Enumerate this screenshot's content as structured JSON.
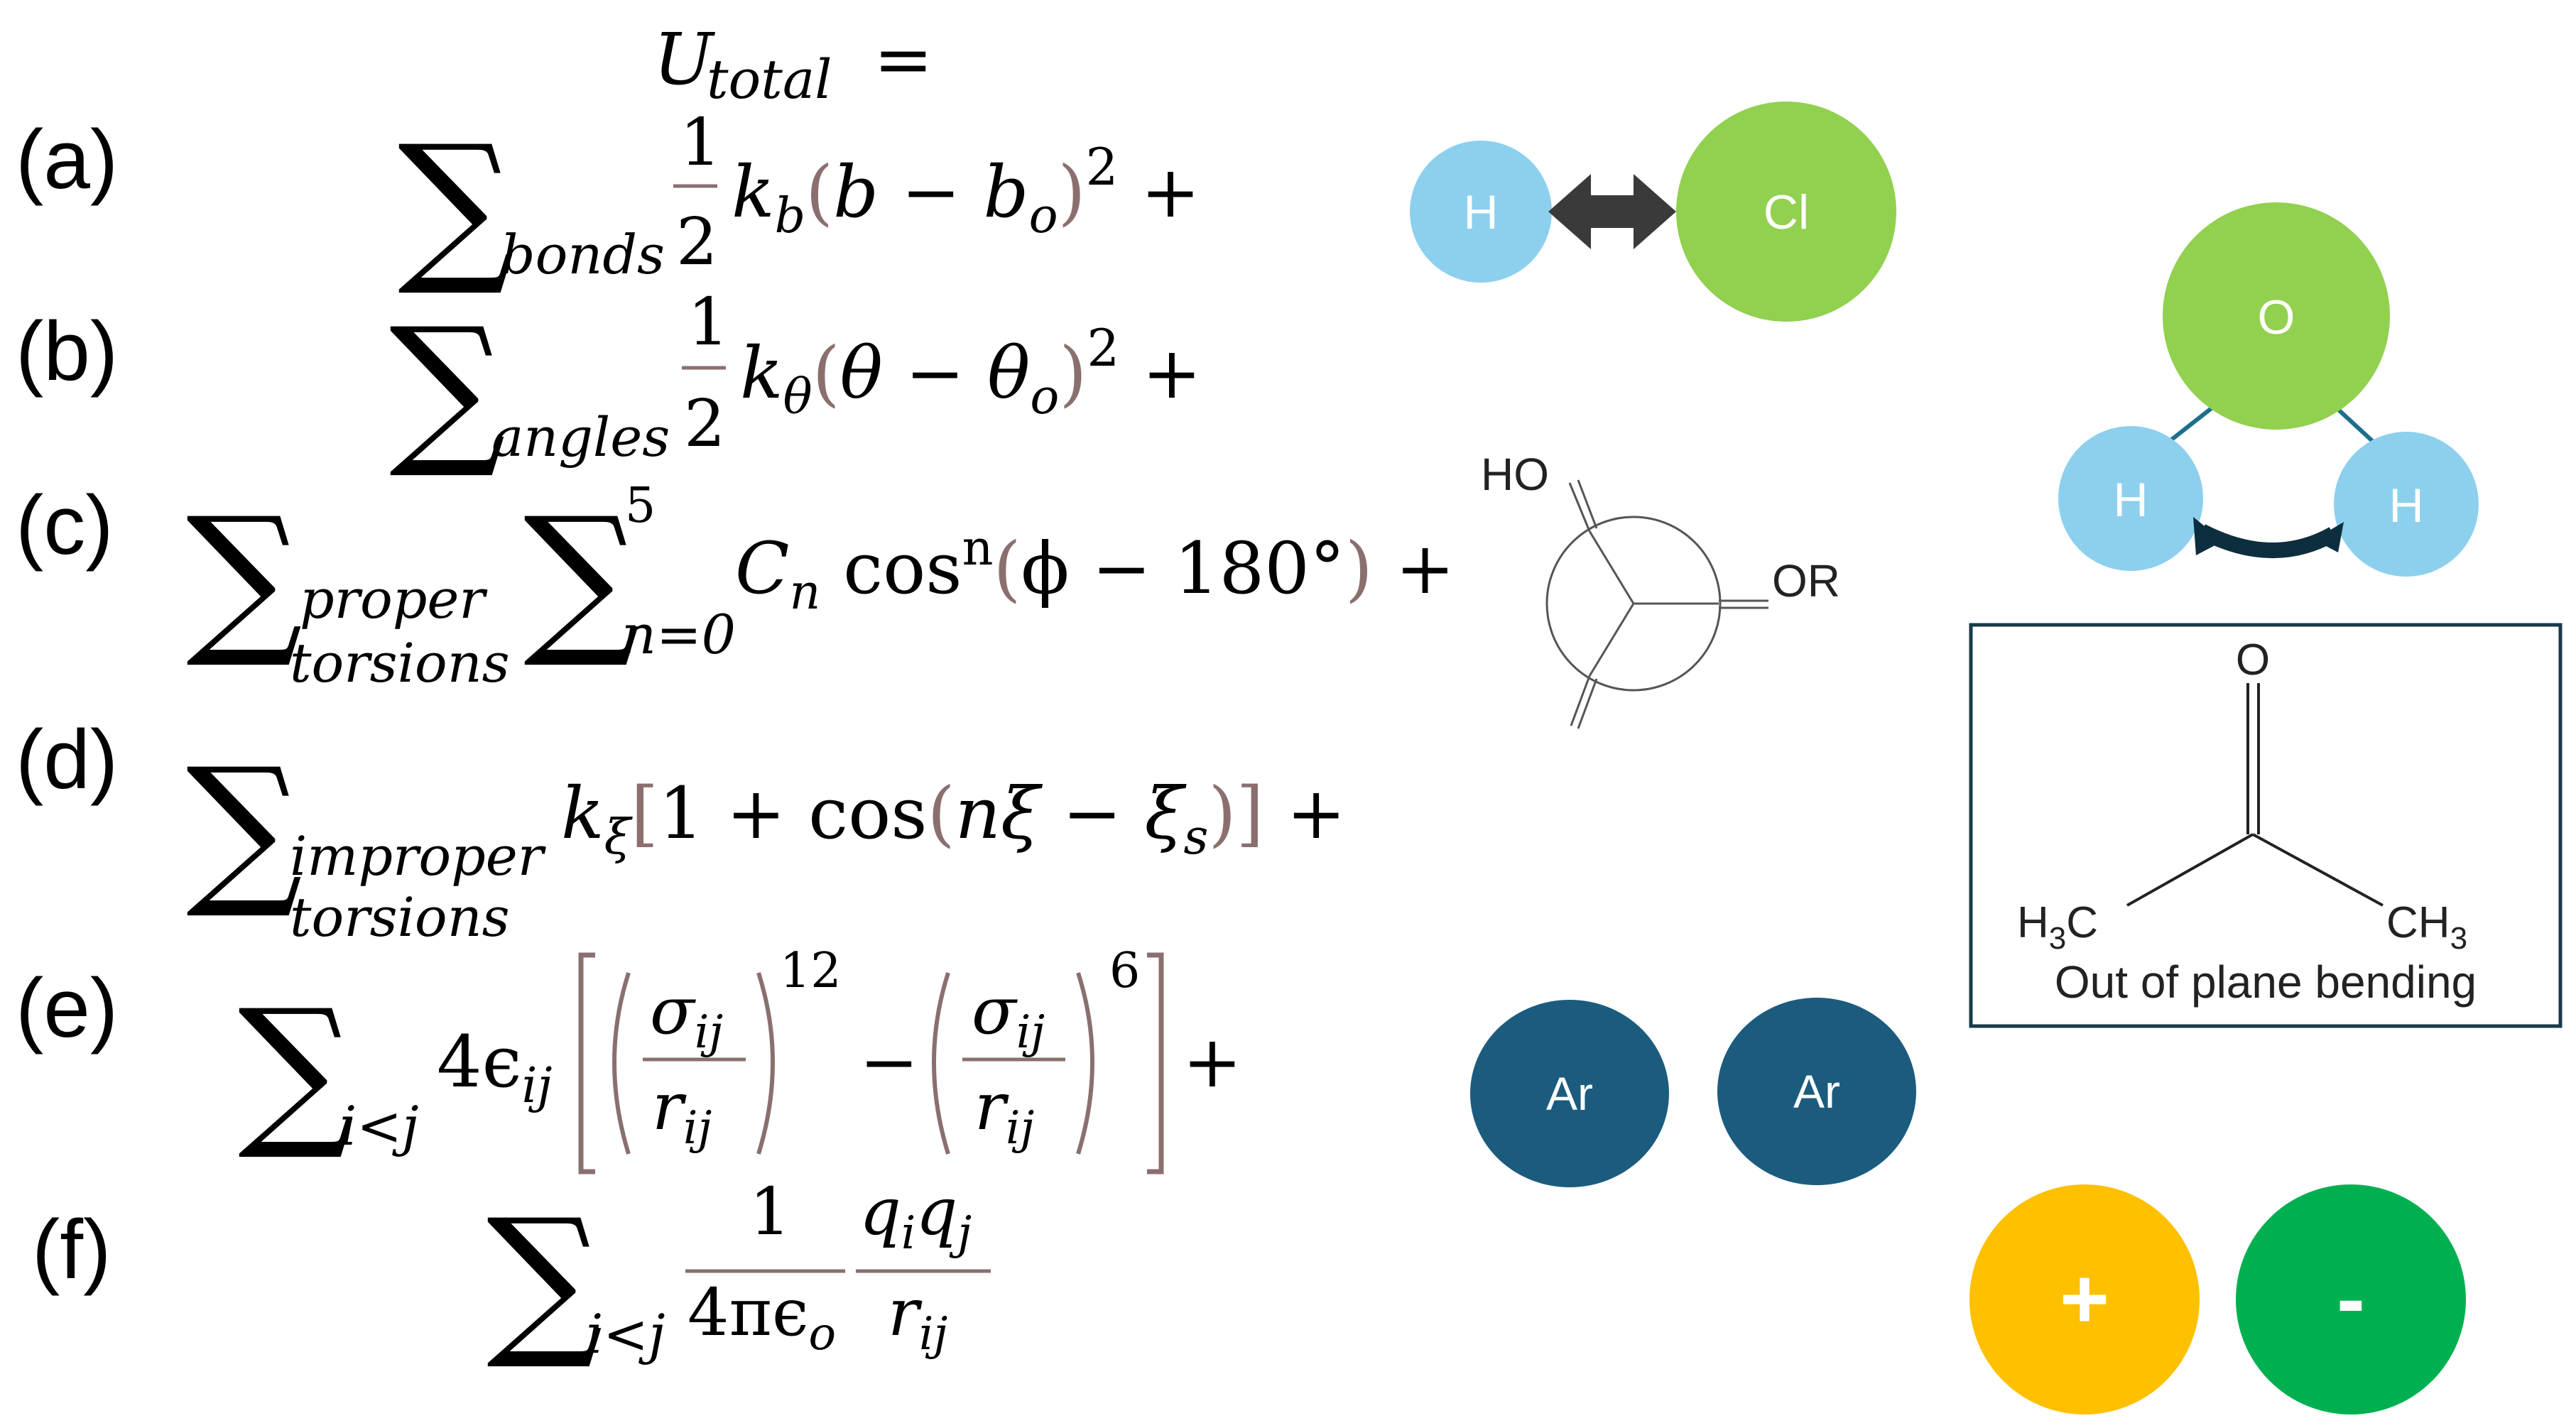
{
  "equation": {
    "lhs": "U",
    "lhs_sub": "total",
    "equals": "=",
    "rows": [
      {
        "label": "(a)",
        "sum_sub": "bonds",
        "frac_num": "1",
        "frac_den": "2",
        "k": "k",
        "k_sub": "b",
        "paren_open": "(",
        "var": "b",
        "minus": " − ",
        "var0": "b",
        "var0_sub": "o",
        "paren_close": ")",
        "power": "2",
        "plus": " +"
      },
      {
        "label": "(b)",
        "sum_sub": "angles",
        "frac_num": "1",
        "frac_den": "2",
        "k": "k",
        "k_sub": "θ",
        "paren_open": "(",
        "var": "θ",
        "minus": " − ",
        "var0": "θ",
        "var0_sub": "o",
        "paren_close": ")",
        "power": "2",
        "plus": " +"
      },
      {
        "label": "(c)",
        "sum_sub_1": "proper",
        "sum_sub_2": "torsions",
        "sum2_top": "5",
        "sum2_sub": "n=0",
        "c": "C",
        "c_sub": "n",
        "cos": " cos",
        "cos_sup": "n",
        "paren_open": "(",
        "phi": "ϕ − 180°",
        "paren_close": ")",
        "plus": " +"
      },
      {
        "label": "(d)",
        "sum_sub_1": "improper",
        "sum_sub_2": "torsions",
        "k": "k",
        "k_sub": "ξ",
        "bracket_open": "[",
        "body": "1 + cos",
        "paren_open": "(",
        "arg": "nξ − ξ",
        "arg_sub": "s",
        "paren_close": ")",
        "bracket_close": "]",
        "plus": " +"
      },
      {
        "label": "(e)",
        "sum_sub": "i<j",
        "coef": "4ϵ",
        "coef_sub": "ij",
        "sigma": "σ",
        "sigma_sub": "ij",
        "r": "r",
        "r_sub": "ij",
        "pow1": "12",
        "minus": "−",
        "pow2": "6",
        "plus": "+"
      },
      {
        "label": "(f)",
        "sum_sub": "i<j",
        "num1": "1",
        "den1": "4πϵ",
        "den1_sub": "o",
        "q1": "q",
        "q1_sub": "i",
        "q2": "q",
        "q2_sub": "j",
        "r": "r",
        "r_sub": "ij"
      }
    ]
  },
  "illustrations": {
    "bond": {
      "atom1": "H",
      "atom2": "Cl"
    },
    "angle": {
      "center": "O",
      "left": "H",
      "right": "H"
    },
    "torsion": {
      "group1": "HO",
      "group2": "OR"
    },
    "improper": {
      "top": "O",
      "left": "H",
      "left_sub": "3",
      "left_tail": "C",
      "right": "CH",
      "right_sub": "3",
      "caption": "Out of plane bending"
    },
    "vdw": {
      "atom1": "Ar",
      "atom2": "Ar"
    },
    "coulomb": {
      "pos": "+",
      "neg": "-"
    }
  },
  "colors": {
    "hydrogen": "#8dd0ee",
    "chlorine_oxygen": "#92d050",
    "argon": "#1b5c7e",
    "positive": "#ffc000",
    "negative": "#00b050",
    "paren": "#8b6f6f",
    "arrow": "#333333"
  }
}
